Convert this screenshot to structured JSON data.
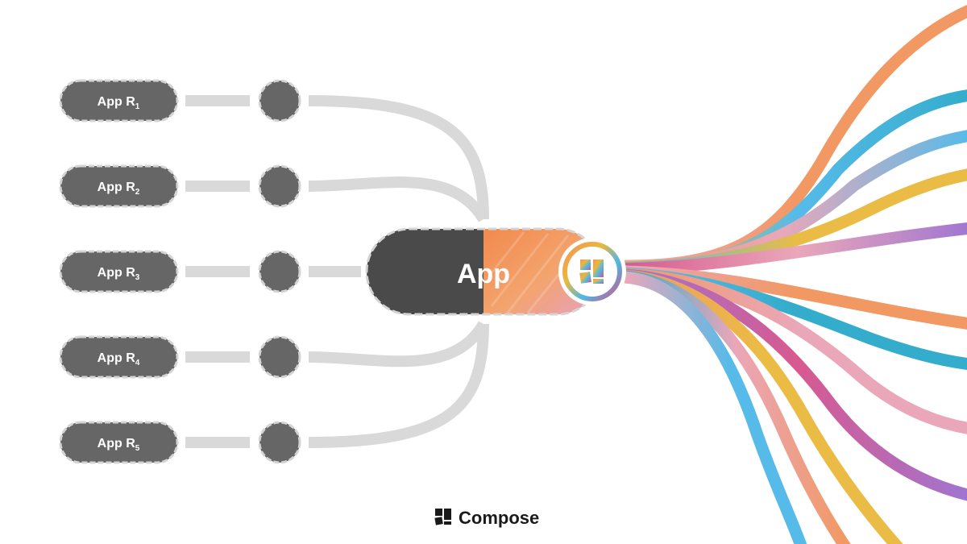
{
  "replicas": [
    {
      "base": "App R",
      "sub": "1"
    },
    {
      "base": "App R",
      "sub": "2"
    },
    {
      "base": "App R",
      "sub": "3"
    },
    {
      "base": "App R",
      "sub": "4"
    },
    {
      "base": "App R",
      "sub": "5"
    }
  ],
  "central_app": {
    "label": "App"
  },
  "footer": {
    "brand": "Compose"
  },
  "colors": {
    "node": "#666666",
    "node_border": "#d4d4d4",
    "connector": "#d9d9d9",
    "app_dark": "#4a4a4a",
    "orange": "#f2935b",
    "pink": "#e9a3b6",
    "blue": "#4db8e8",
    "purple": "#9b6fcf",
    "magenta": "#d6518a",
    "yellow": "#e9b93c",
    "teal": "#2aa8c9"
  },
  "icons": [
    "compose-logo-icon"
  ]
}
